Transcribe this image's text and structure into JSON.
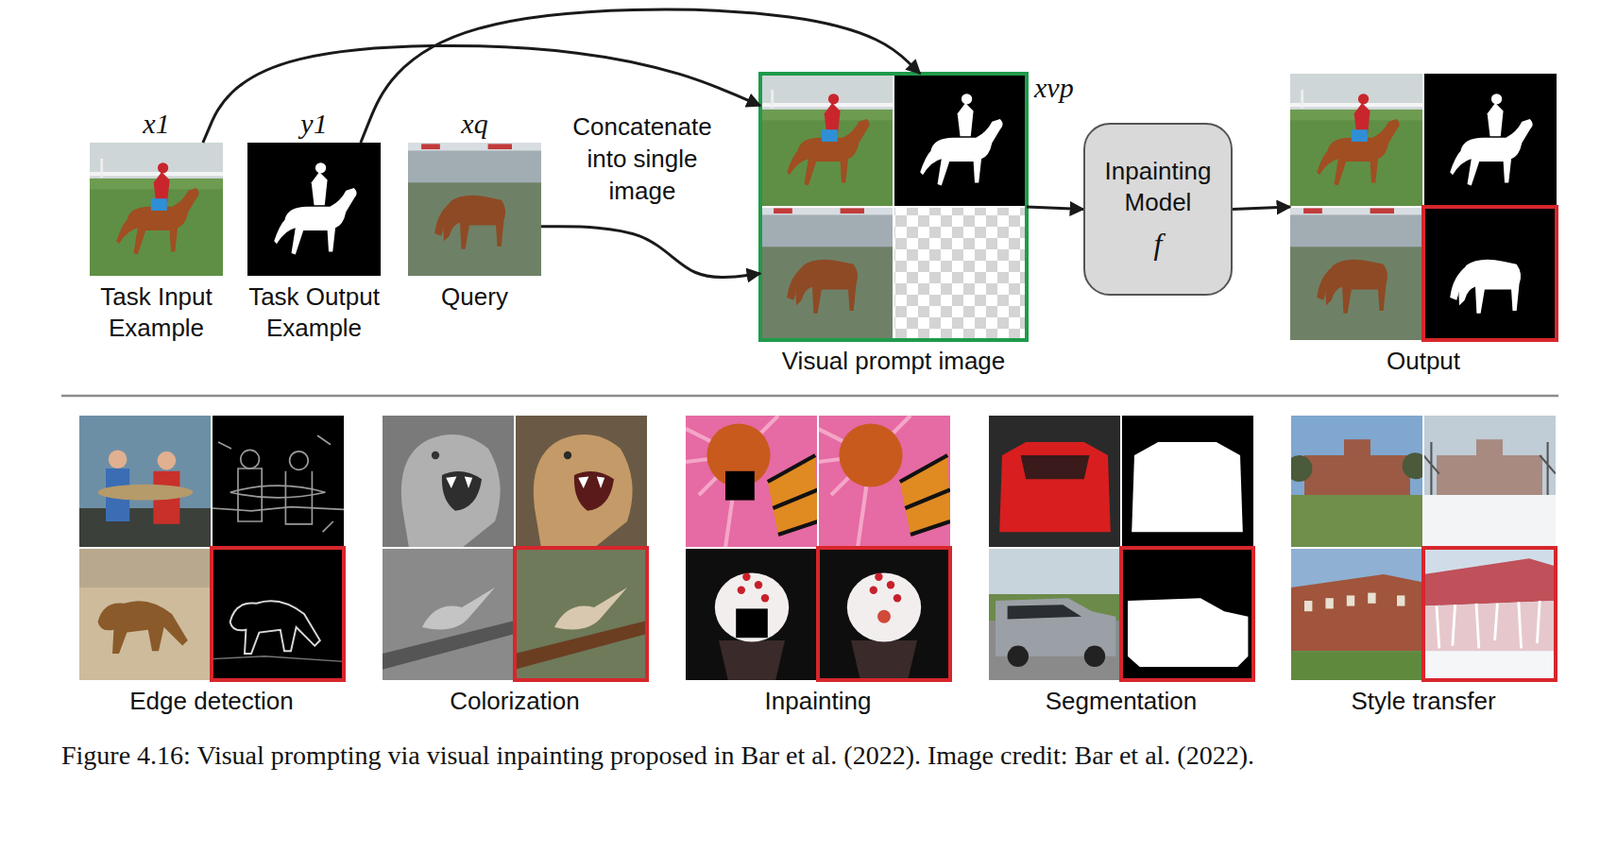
{
  "diagram": {
    "caption": "Figure 4.16: Visual prompting via visual inpainting proposed in Bar et al. (2022). Image credit: Bar et al. (2022).",
    "nodes": [
      {
        "text": [
          "x1",
          "Task Input Example"
        ]
      },
      {
        "text": [
          "y1",
          "Task Output Example"
        ]
      },
      {
        "text": [
          "xq",
          "Query"
        ]
      },
      {
        "text": [
          "xvp",
          "Visual prompt image"
        ]
      },
      {
        "text": [
          "Inpainting Model",
          "f"
        ]
      },
      {
        "text": [
          "Output"
        ]
      },
      {
        "text": [
          "Edge detection"
        ]
      },
      {
        "text": [
          "Colorization"
        ]
      },
      {
        "text": [
          "Inpainting"
        ]
      },
      {
        "text": [
          "Segmentation"
        ]
      },
      {
        "text": [
          "Style transfer"
        ]
      }
    ],
    "edges": [
      {
        "from": 0,
        "to": 3,
        "arrow": "to"
      },
      {
        "from": 1,
        "to": 3,
        "arrow": "to"
      },
      {
        "from": 2,
        "to": 3,
        "label": "Concatenate into single image",
        "arrow": "to"
      },
      {
        "from": 3,
        "to": 4,
        "arrow": "to"
      },
      {
        "from": 4,
        "to": 5,
        "arrow": "to"
      }
    ]
  }
}
